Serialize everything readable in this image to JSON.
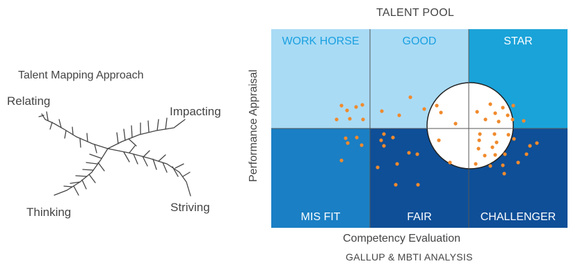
{
  "talent_pool": {
    "title": "TALENT POOL",
    "y_axis_label": "Performance Appraisal",
    "x_axis_label": "Competency Evaluation",
    "subtitle": "GALLUP & MBTI ANALYSIS",
    "cells": [
      {
        "label": "WORK HORSE",
        "color": "#a9dbf5",
        "text_color": "#1aa0e0"
      },
      {
        "label": "GOOD",
        "color": "#a9dbf5",
        "text_color": "#1aa0e0"
      },
      {
        "label": "STAR",
        "color": "#1aa3d9",
        "text_color": "#ffffff"
      },
      {
        "label": "MIS FIT",
        "color": "#1a7fc4",
        "text_color": "#ffffff"
      },
      {
        "label": "FAIR",
        "color": "#0e4f98",
        "text_color": "#ffffff"
      },
      {
        "label": "CHALLENGER",
        "color": "#0e4f98",
        "text_color": "#ffffff"
      }
    ],
    "dot_color": "#f08a2c",
    "circle_stroke": "#222222"
  },
  "talent_mapping": {
    "title": "Talent Mapping Approach",
    "branches": [
      "Relating",
      "Impacting",
      "Thinking",
      "Striving"
    ]
  }
}
